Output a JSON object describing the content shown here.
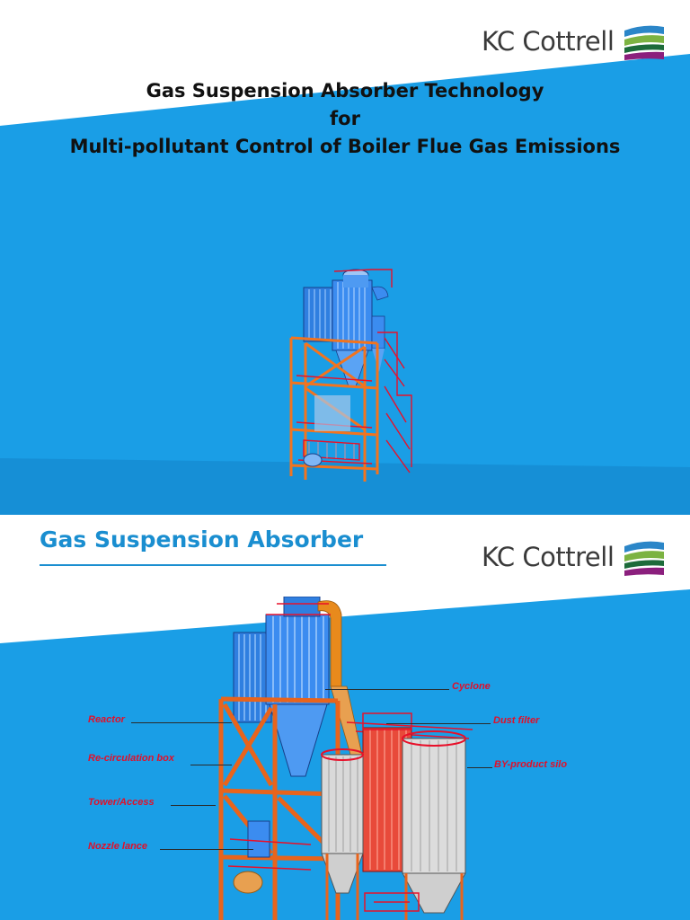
{
  "brand": {
    "name": "KC Cottrell"
  },
  "colors": {
    "sky": "#1a9ee6",
    "title_blue": "#1a8ed0",
    "label_red": "#e0102a"
  },
  "slide1": {
    "title_lines": [
      "Gas Suspension Absorber Technology",
      "for",
      "Multi-pollutant Control of Boiler Flue Gas Emissions"
    ]
  },
  "slide2": {
    "title": "Gas Suspension Absorber",
    "labels": {
      "reactor": "Reactor",
      "recirculation_box": "Re-circulation box",
      "tower_access": "Tower/Access",
      "nozzle_lance": "Nozzle lance",
      "cyclone": "Cyclone",
      "dust_filter": "Dust filter",
      "byproduct_silo": "BY-product silo"
    }
  }
}
